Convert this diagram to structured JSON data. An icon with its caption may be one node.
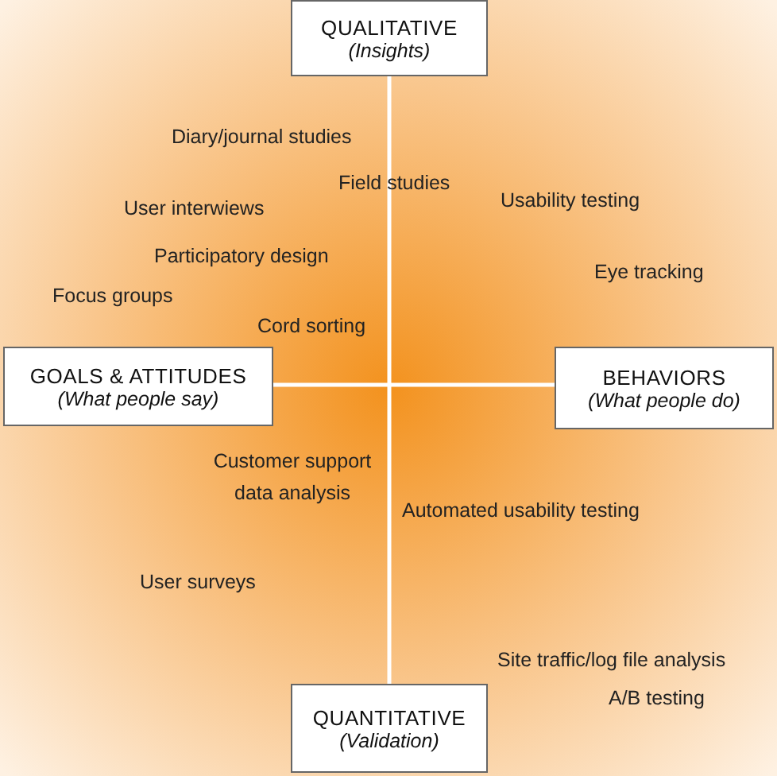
{
  "diagram": {
    "nodes": [
      {
        "text": [
          "QUALITATIVE",
          "(Insights)"
        ]
      },
      {
        "text": [
          "GOALS & ATTITUDES",
          "(What people say)"
        ]
      },
      {
        "text": [
          "BEHAVIORS",
          "(What people do)"
        ]
      },
      {
        "text": [
          "QUANTITATIVE",
          "(Validation)"
        ]
      }
    ],
    "labels": [
      "Diary/journal studies",
      "Field studies",
      "Usability testing",
      "User interwiews",
      "Participatory design",
      "Eye tracking",
      "Focus groups",
      "Cord sorting",
      "Customer support data analysis",
      "Automated usability testing",
      "User surveys",
      "Site traffic/log file analysis",
      "A/B testing"
    ]
  }
}
